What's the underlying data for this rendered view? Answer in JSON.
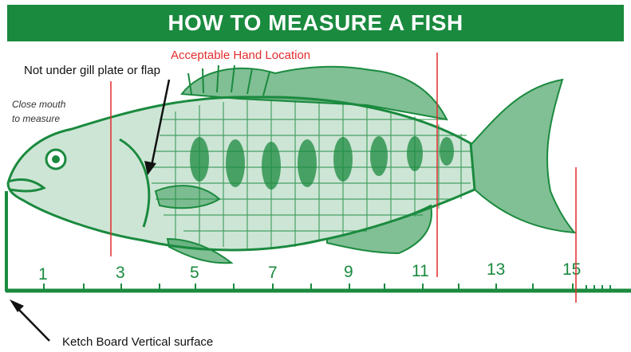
{
  "title": "HOW TO MEASURE A FISH",
  "labels": {
    "hand_location": "Acceptable Hand Location",
    "gill_note": "Not under gill plate or flap",
    "mouth_line1": "Close mouth",
    "mouth_line2": "to measure",
    "board_note": "Ketch Board Vertical surface"
  },
  "ruler": {
    "numbers": [
      "1",
      "3",
      "5",
      "7",
      "9",
      "11",
      "13",
      "15"
    ]
  },
  "colors": {
    "fish_green": "#1a8a3e",
    "marker_red": "#e32d2d",
    "text_black": "#111111"
  }
}
